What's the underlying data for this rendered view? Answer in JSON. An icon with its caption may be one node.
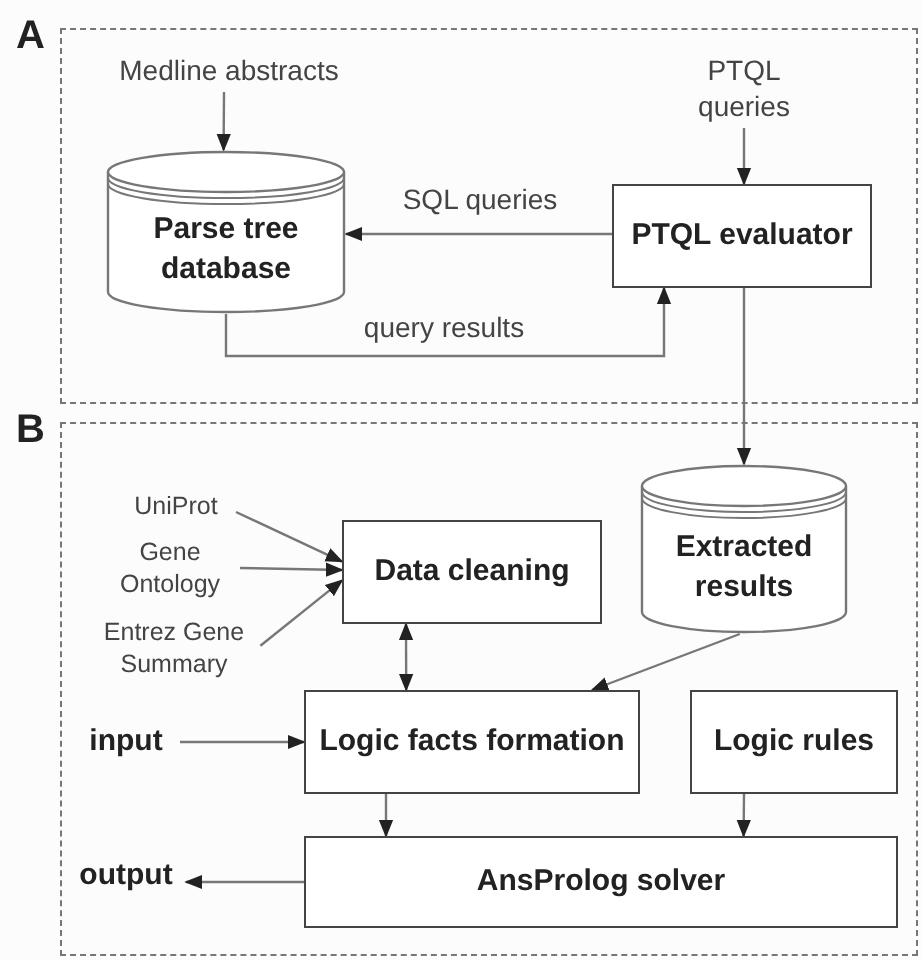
{
  "diagram": {
    "nodes": [
      {
        "text": [
          "A"
        ]
      },
      {
        "text": [
          "Medline abstracts"
        ],
        "in": 0
      },
      {
        "text": [
          "PTQL queries"
        ],
        "in": 0
      },
      {
        "text": [
          "Parse tree database"
        ],
        "in": 0
      },
      {
        "text": [
          "PTQL evaluator"
        ],
        "in": 0
      },
      {
        "text": [
          "B"
        ]
      },
      {
        "text": [
          "Extracted results"
        ],
        "in": 5
      },
      {
        "text": [
          "UniProt"
        ],
        "in": 5
      },
      {
        "text": [
          "Gene Ontology"
        ],
        "in": 5
      },
      {
        "text": [
          "Entrez Gene Summary"
        ],
        "in": 5
      },
      {
        "text": [
          "Data cleaning"
        ],
        "in": 5
      },
      {
        "text": [
          "input"
        ],
        "in": 5
      },
      {
        "text": [
          "Logic facts formation"
        ],
        "in": 5
      },
      {
        "text": [
          "Logic rules"
        ],
        "in": 5
      },
      {
        "text": [
          "output"
        ],
        "in": 5
      },
      {
        "text": [
          "AnsProlog solver"
        ],
        "in": 5
      }
    ],
    "edges": [
      {
        "from": 1,
        "to": 3,
        "arrow": "to"
      },
      {
        "from": 2,
        "to": 4,
        "arrow": "to"
      },
      {
        "from": 4,
        "to": 3,
        "arrow": "to",
        "label": "SQL queries"
      },
      {
        "from": 3,
        "to": 4,
        "arrow": "to",
        "label": "query results"
      },
      {
        "from": 4,
        "to": 6,
        "arrow": "to"
      },
      {
        "from": 7,
        "to": 10,
        "arrow": "to"
      },
      {
        "from": 8,
        "to": 10,
        "arrow": "to"
      },
      {
        "from": 9,
        "to": 10,
        "arrow": "to"
      },
      {
        "from": 10,
        "to": 12,
        "arrow": "both"
      },
      {
        "from": 6,
        "to": 12,
        "arrow": "to"
      },
      {
        "from": 11,
        "to": 12,
        "arrow": "to"
      },
      {
        "from": 12,
        "to": 15,
        "arrow": "to"
      },
      {
        "from": 13,
        "to": 15,
        "arrow": "to"
      },
      {
        "from": 15,
        "to": 14,
        "arrow": "to"
      }
    ]
  }
}
